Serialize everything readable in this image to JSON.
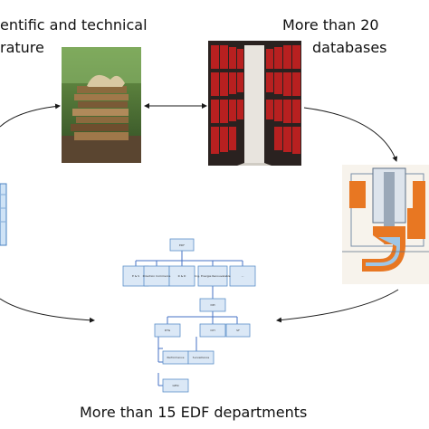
{
  "captions": {
    "literature_line1": "entific and technical",
    "literature_line2": "rature",
    "databases_line1": "More than 20",
    "databases_line2": "databases",
    "departments": "More than 15 EDF departments"
  },
  "images": [
    {
      "name": "books-photo",
      "description": "stack of old books"
    },
    {
      "name": "archive-shelves-photo",
      "description": "archive shelves with red binders"
    },
    {
      "name": "technical-drawing",
      "description": "pump cross-section schematic"
    },
    {
      "name": "left-screen-thumbnail",
      "description": "cropped document screenshot"
    }
  ],
  "org_chart": {
    "root": "EDF",
    "level1": [
      "E & S",
      "Direction Commerce",
      "R & D",
      "Ing. Energie Renouvelable",
      "..."
    ],
    "level2": [
      "DPI"
    ],
    "level3": [
      "DTG",
      "CIH",
      "SF"
    ],
    "level4": [
      "Performance",
      "Surveillance"
    ],
    "level5": [
      "GESI"
    ]
  },
  "colors": {
    "arrow": "#1a1a1a",
    "node_fill": "#dbe8f6",
    "node_stroke": "#5b8fc9",
    "connector": "#4472c4",
    "accent_orange": "#e87722"
  }
}
